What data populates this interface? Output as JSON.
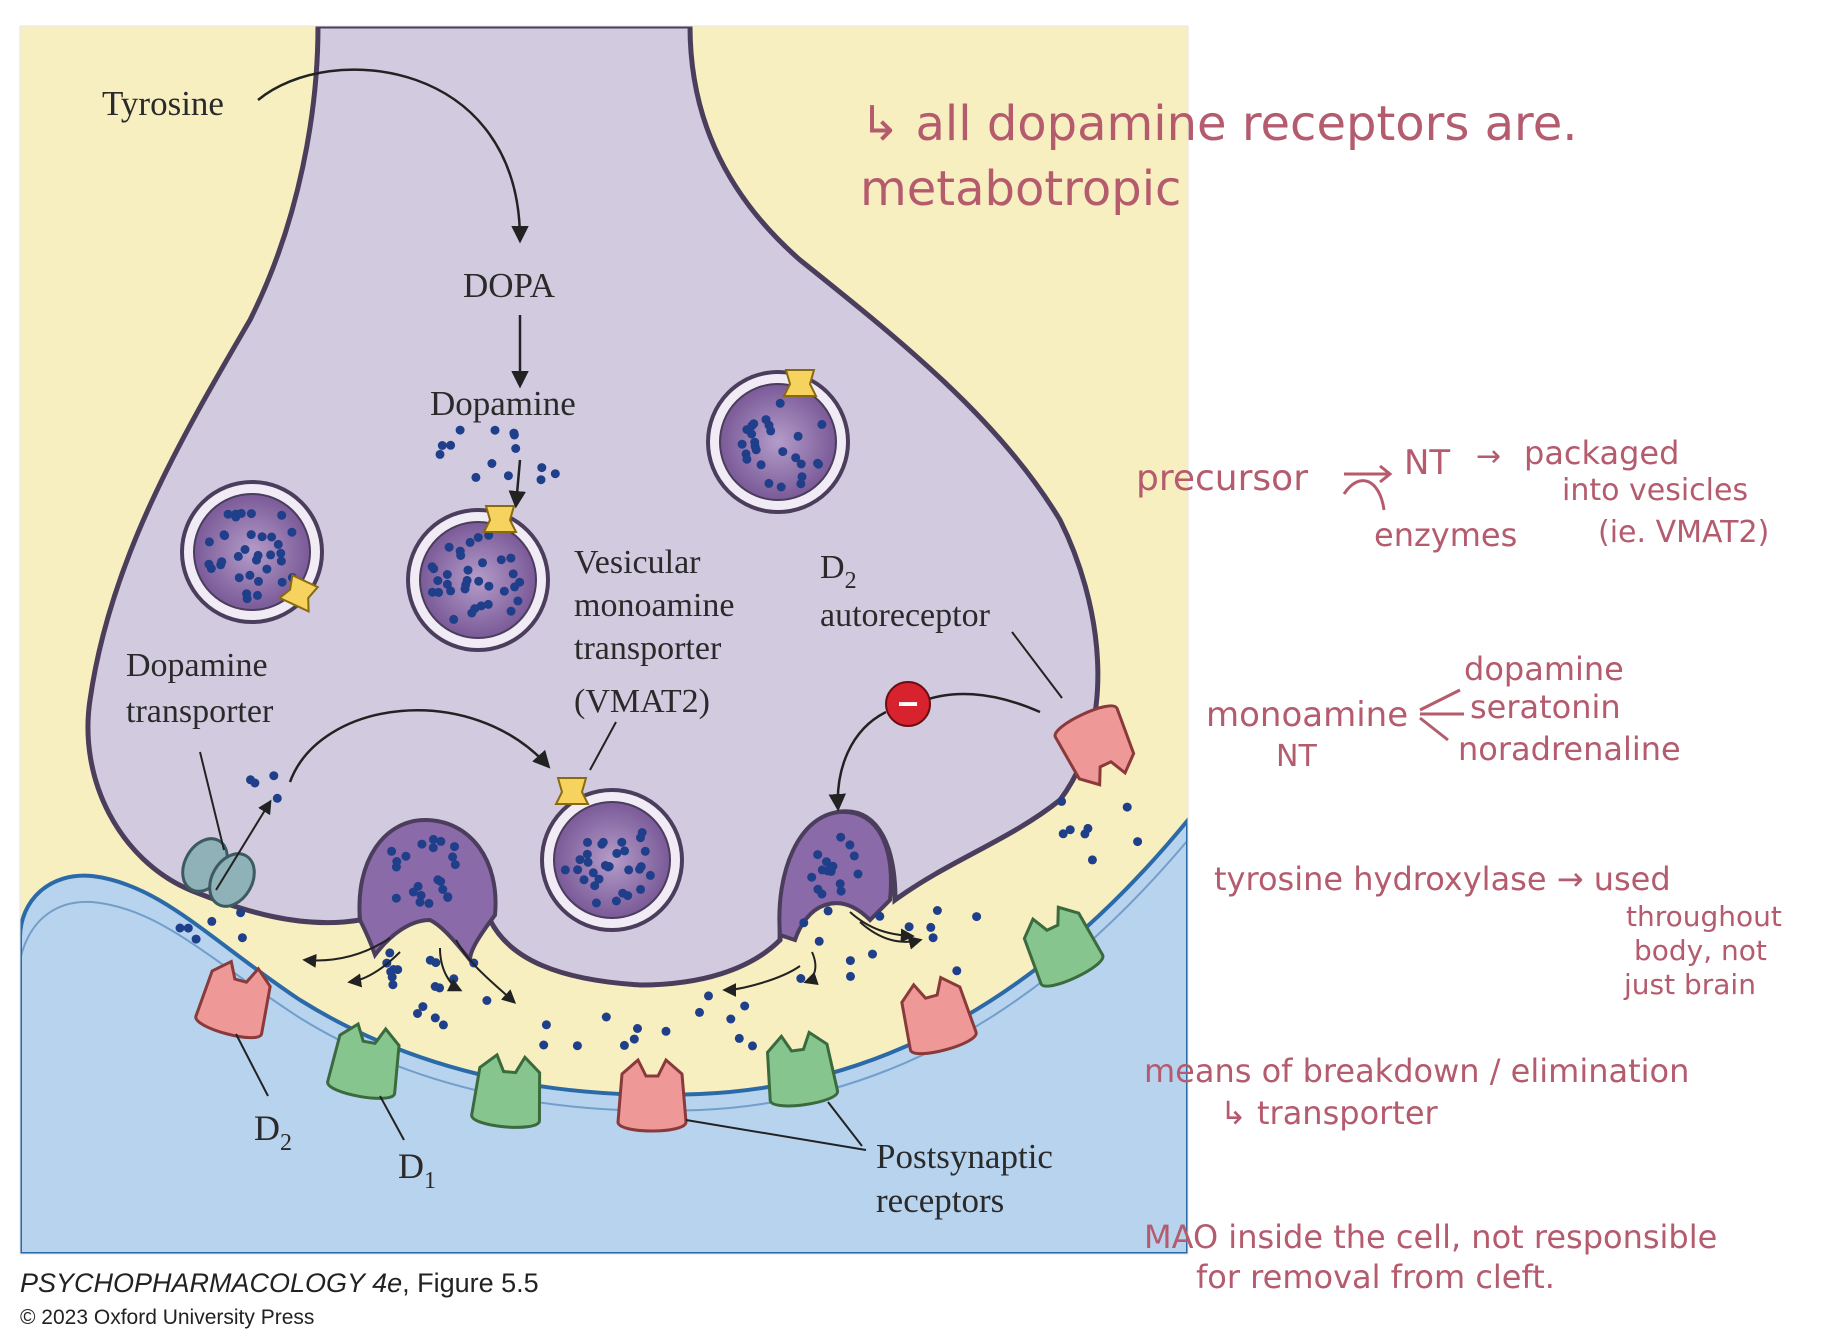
{
  "figure": {
    "labels": {
      "tyrosine": "Tyrosine",
      "dopa": "DOPA",
      "dopamine": "Dopamine",
      "vmat_line1": "Vesicular",
      "vmat_line2": "monoamine",
      "vmat_line3": "transporter",
      "vmat_line4": "(VMAT2)",
      "d2_auto_prefix": "D",
      "d2_auto_sub": "2",
      "d2_auto_word": "autoreceptor",
      "dat_line1": "Dopamine",
      "dat_line2": "transporter",
      "d2_prefix": "D",
      "d2_sub": "2",
      "d1_prefix": "D",
      "d1_sub": "1",
      "post_line1": "Postsynaptic",
      "post_line2": "receptors",
      "inhibit_symbol": "−"
    },
    "caption": {
      "title_italic": "PSYCHOPHARMACOLOGY 4e",
      "title_rest": ", Figure 5.5",
      "copyright": "© 2023 Oxford University Press"
    },
    "colors": {
      "terminal": "#d2cbe0",
      "terminal_outline": "#4a3e5c",
      "cleft": "#f8efc0",
      "postsynaptic": "#b8d3ee",
      "vesicle_fill": "#8a6aa8",
      "dopamine_dot": "#1f3f8a",
      "d1_receptor": "#86c58d",
      "d2_receptor": "#ee9898",
      "transporter": "#8fb1b8",
      "vmat": "#f5d35e",
      "inhibit": "#d8232f",
      "handwriting": "#b45b6e"
    }
  },
  "notes": {
    "n1_line1": "↳ all dopamine receptors are.",
    "n1_line2": "metabotropic",
    "n2_precursor": "precursor",
    "n2_nt": "NT",
    "n2_packaged": "packaged",
    "n2_into": "into vesicles",
    "n2_enzymes": "enzymes",
    "n2_ie": "(ie. VMAT2)",
    "n3_monoamine": "monoamine",
    "n3_nt": "NT",
    "n3_dopamine": "dopamine",
    "n3_serotonin": "seratonin",
    "n3_noradrenaline": "noradrenaline",
    "n4_line1": "tyrosine hydroxylase → used",
    "n4_line2": "throughout",
    "n4_line3": "body, not",
    "n4_line4": "just brain",
    "n5_line1": "means of breakdown / elimination",
    "n5_line2": "↳ transporter",
    "n6_line1": "MAO inside the cell, not responsible",
    "n6_line2": "for removal from cleft."
  }
}
